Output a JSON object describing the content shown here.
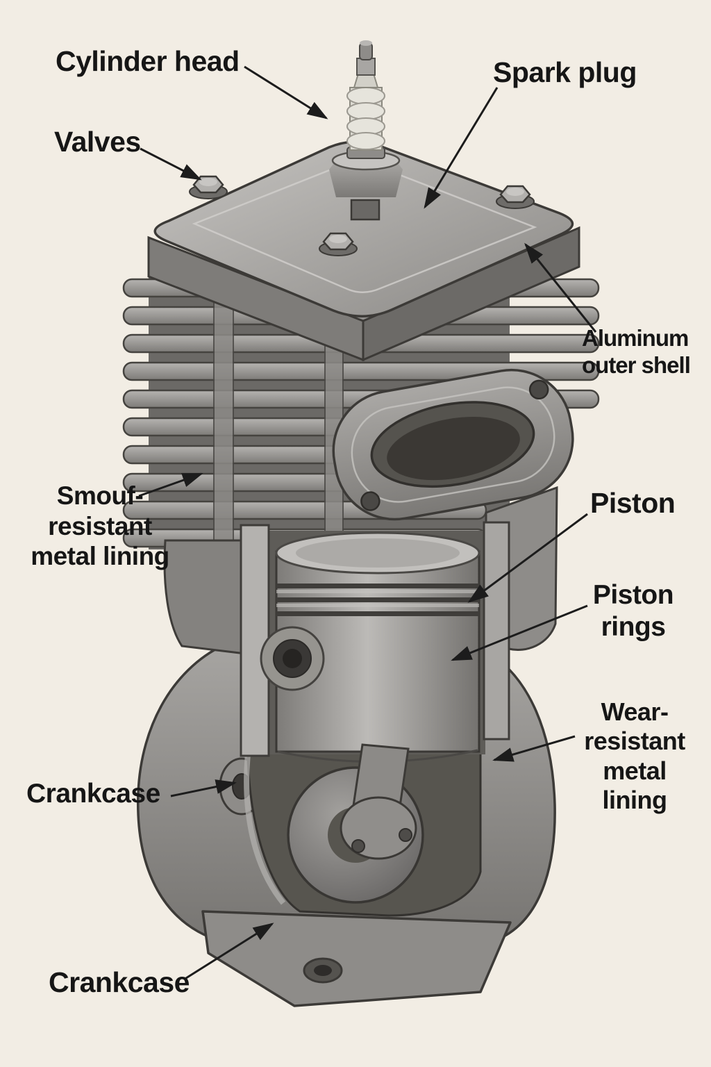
{
  "diagram": {
    "subject_labels_visible": 10,
    "colors": {
      "background": "#f2ede4",
      "label_text": "#161616",
      "arrow": "#1c1c1c",
      "metal_light": "#c2c0bd",
      "metal_mid": "#9a9896",
      "metal_dark": "#5e5c58",
      "insulator": "#dcdad2"
    },
    "labels": {
      "cylinder_head": "Cylinder head",
      "spark_plug": "Spark plug",
      "valves": "Valves",
      "aluminum_outer_shell": "Aluminum\nouter shell",
      "smut_resistant_metal_lining": "Smouf-\nresistant\nmetal lining",
      "piston": "Piston",
      "piston_rings": "Piston\nrings",
      "wear_resistant_metal_lining": "Wear-\nresistant\nmetal\nlining",
      "crankcase_left": "Crankcase",
      "crankcase_bottom": "Crankcase"
    }
  }
}
